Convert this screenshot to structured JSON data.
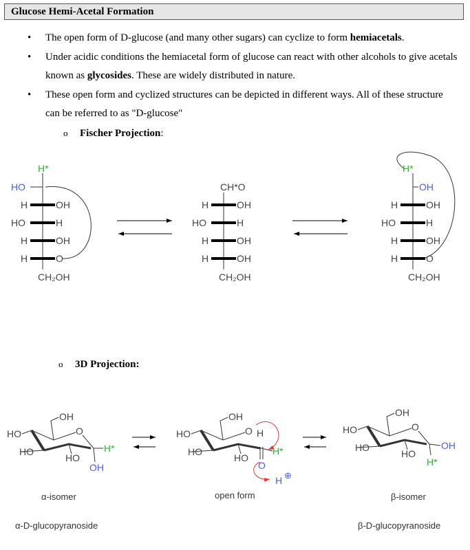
{
  "title": "Glucose Hemi-Acetal Formation",
  "bullets": [
    {
      "pre": "The open form of D-glucose (and many other sugars) can cyclize to form ",
      "bold": "hemiacetals",
      "post": "."
    },
    {
      "pre": "Under acidic conditions the hemiacetal form of glucose can react with other alcohols to give acetals known as ",
      "bold": "glycosides",
      "post": ". These are widely distributed in nature."
    },
    {
      "pre": "These open form and cyclized structures can be depicted in different ways.  All of these structure can be referred to as \"D-glucose\"",
      "bold": "",
      "post": ""
    }
  ],
  "fischer": {
    "heading": "Fischer Projection",
    "colon": ":",
    "h_star": "H*",
    "ho": "HO",
    "oh": "OH",
    "h": "H",
    "o": "O",
    "cho": "CH*O",
    "ch2oh": "CH₂OH"
  },
  "proj3d": {
    "heading": "3D Projection:",
    "h_star": "H*",
    "oh": "OH",
    "ho": "HO",
    "o": "O",
    "h": "H",
    "h_plus": "H",
    "plus": "⊕",
    "labels": {
      "alpha": "α-isomer",
      "open": "open form",
      "beta": "β-isomer"
    },
    "names": {
      "alpha": "α-D-glucopyranoside",
      "beta": "β-D-glucopyranoside"
    }
  }
}
